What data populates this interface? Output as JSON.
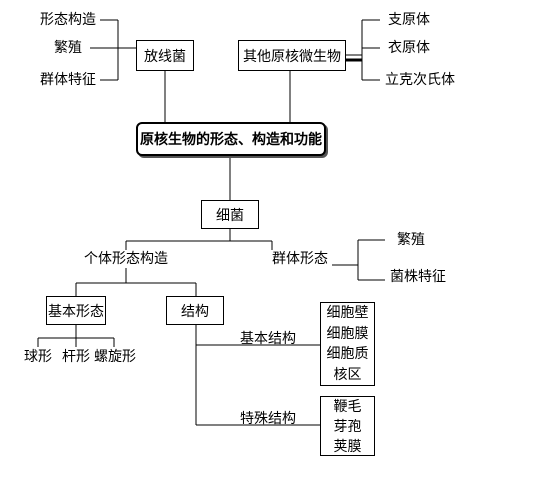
{
  "root": "原核生物的形态、构造和功能",
  "actinomycetes": {
    "label": "放线菌",
    "children": [
      "形态构造",
      "繁殖",
      "群体特征"
    ]
  },
  "other_prokaryotes": {
    "label": "其他原核微生物",
    "children": [
      "支原体",
      "衣原体",
      "立克次氏体"
    ]
  },
  "bacteria": {
    "label": "细菌",
    "individual": {
      "label": "个体形态构造",
      "basic_shape": {
        "label": "基本形态",
        "children": [
          "球形",
          "杆形",
          "螺旋形"
        ]
      },
      "structure": {
        "label": "结构",
        "basic": {
          "label": "基本结构",
          "items": [
            "细胞壁",
            "细胞膜",
            "细胞质",
            "核区"
          ]
        },
        "special": {
          "label": "特殊结构",
          "items": [
            "鞭毛",
            "芽孢",
            "荚膜"
          ]
        }
      }
    },
    "group": {
      "label": "群体形态",
      "children": [
        "繁殖",
        "菌株特征"
      ]
    }
  }
}
